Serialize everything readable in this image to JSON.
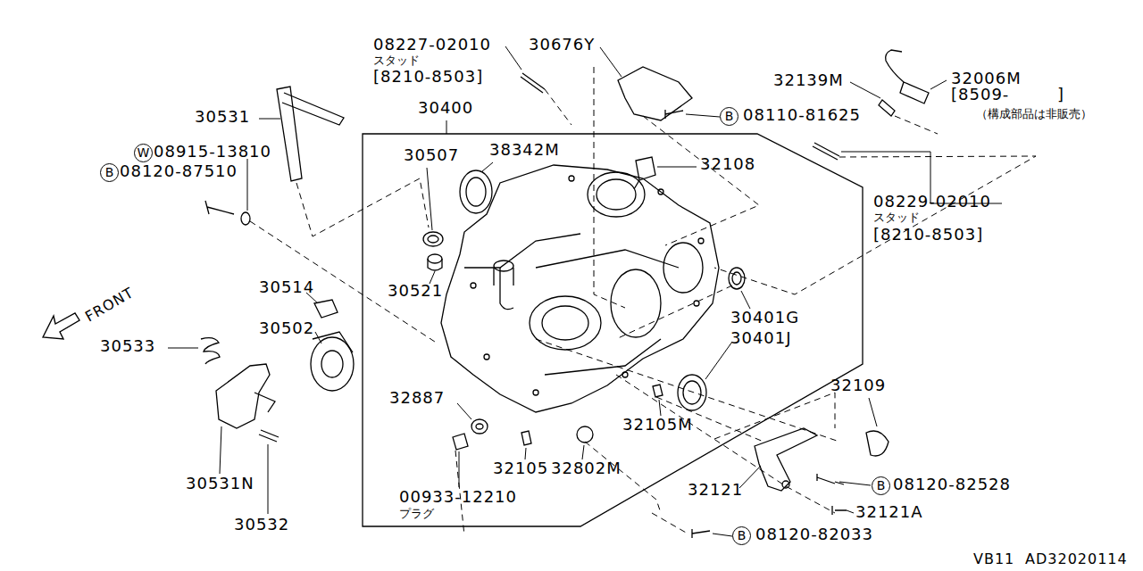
{
  "diagram": {
    "labels": [
      "08227-02010",
      "スタッド",
      "[8210-8503]",
      "30676Y",
      "32139M",
      "32006M",
      "[8509-        ]",
      "（構成部品は非販売）",
      "30531",
      "30400",
      "W",
      "08915-13810",
      "B",
      "08120-87510",
      "30507",
      "38342M",
      "32108",
      "B",
      "08110-81625",
      "08229-02010",
      "スタッド",
      "[8210-8503]",
      "30514",
      "30502",
      "30521",
      "30401G",
      "30401J",
      "FRONT",
      "30533",
      "32887",
      "32105M",
      "32109",
      "30531N",
      "32105",
      "32802M",
      "00933-12210",
      "プラグ",
      "32121",
      "B",
      "08120-82528",
      "32121A",
      "30532",
      "B",
      "08120-82033",
      "VB11",
      "AD32020114"
    ]
  }
}
